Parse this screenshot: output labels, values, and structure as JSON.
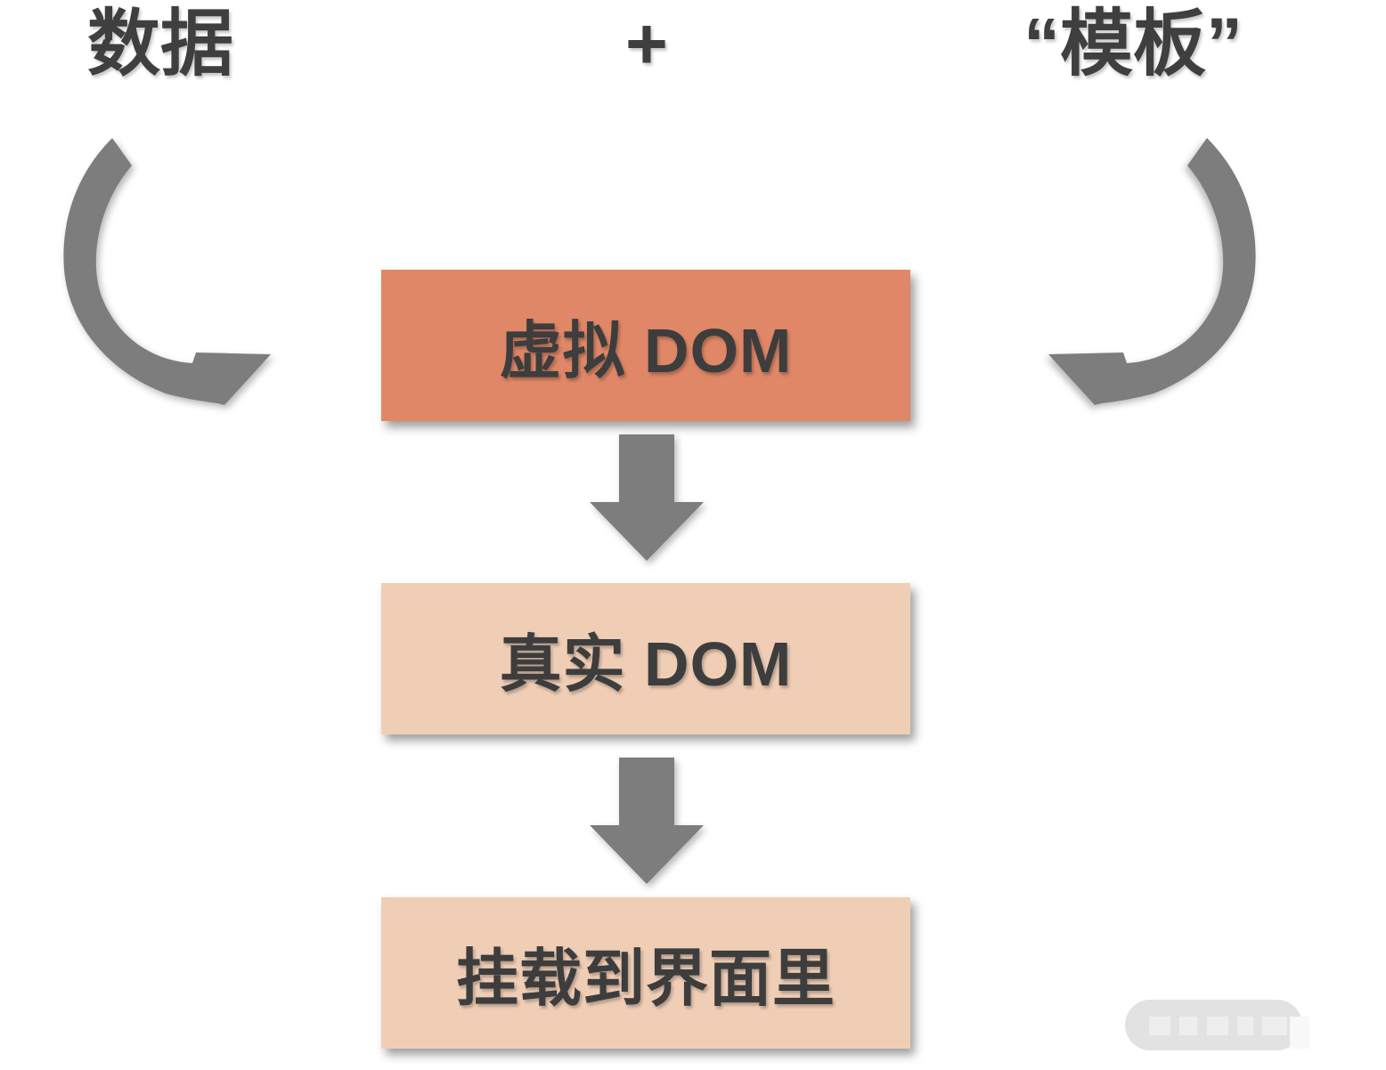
{
  "header": {
    "data_label": "数据",
    "plus_sign": "+",
    "template_label": "“模板”"
  },
  "flow": {
    "virtual_dom": {
      "label": "虚拟 DOM"
    },
    "real_dom": {
      "label": "真实 DOM"
    },
    "mount": {
      "label": "挂载到界面里"
    }
  },
  "icons": {
    "left_arrow": "curved-arrow-sweeping-down-right",
    "right_arrow": "curved-arrow-sweeping-down-left",
    "step_arrow": "block-arrow-down"
  },
  "watermark": {
    "appearance": "blurred-illegible-pill"
  },
  "colors": {
    "virtual-dom-bg": "#df8767",
    "real-dom-bg": "#f0ceb6",
    "arrow-gray": "#7d7d7d",
    "title-text": "#3f3f3f",
    "box-text": "#3d3d3d",
    "watermark-bg": "#e2e2e2",
    "watermark-block": "#eeeeee",
    "watermark-block-light": "#f8f8f8",
    "page-bg": "#ffffff"
  }
}
